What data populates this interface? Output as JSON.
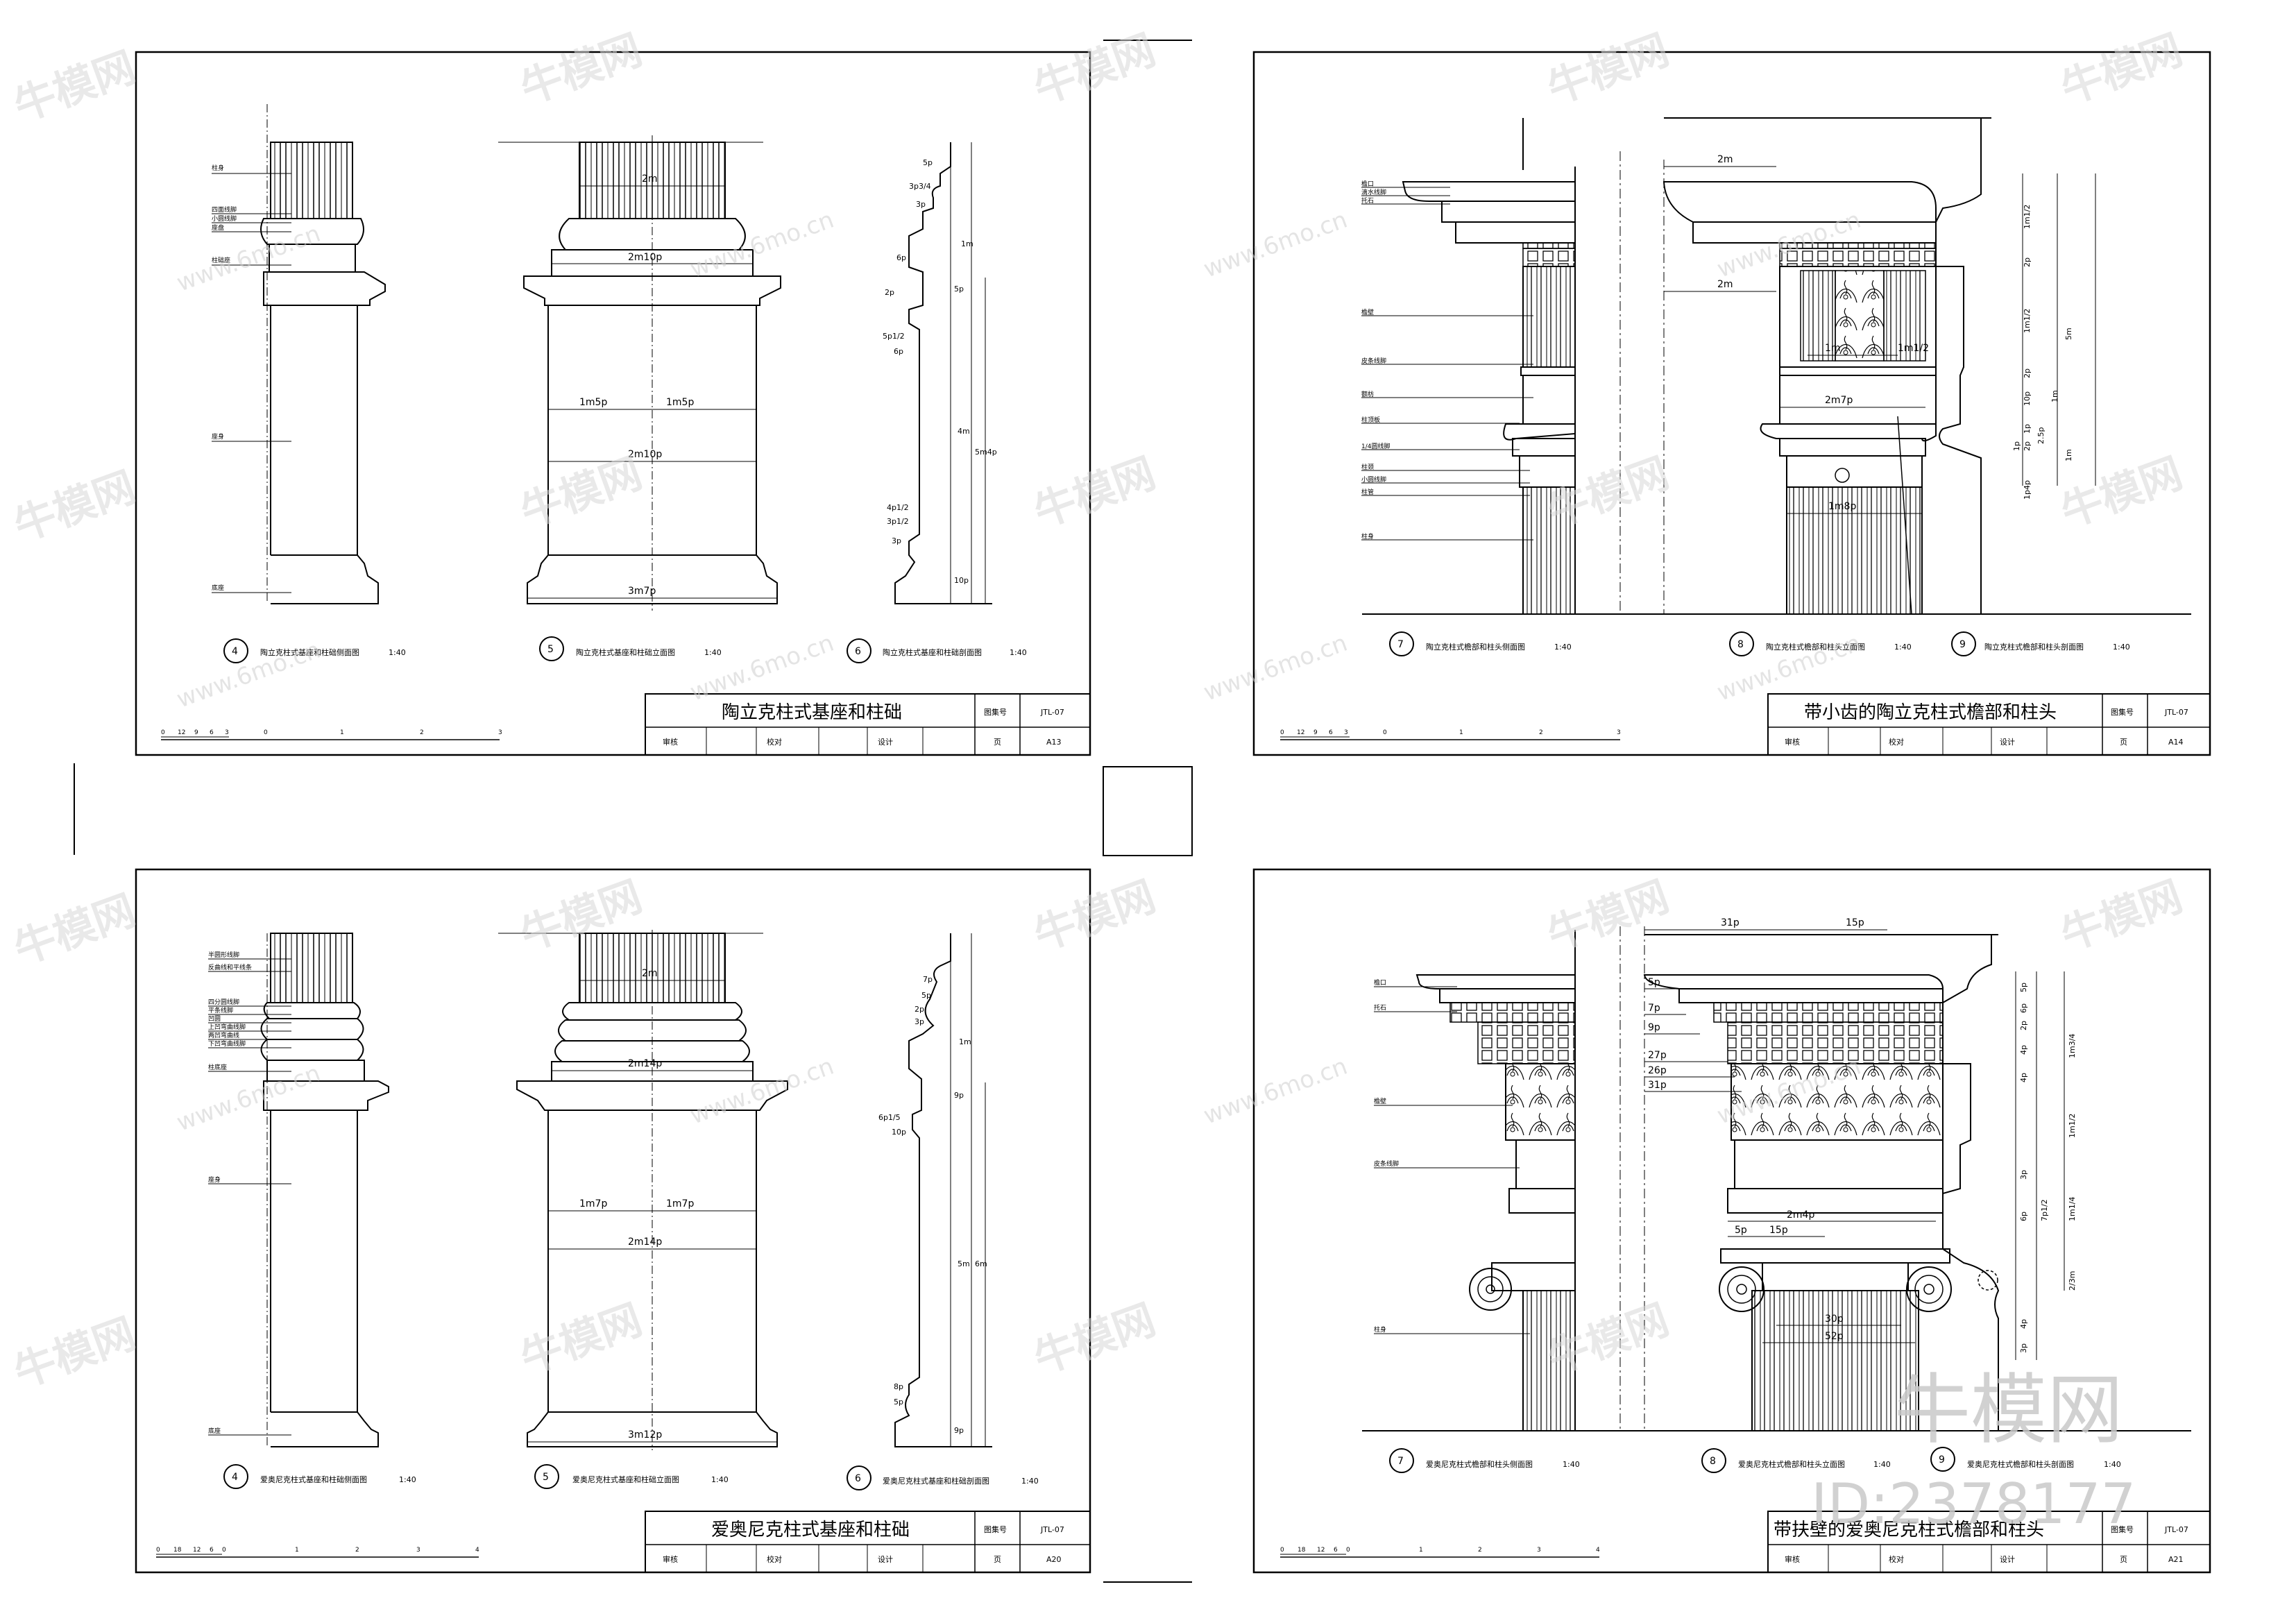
{
  "watermarks": {
    "brand": "牛模网",
    "site": "www.6mo.cn",
    "id": "ID:2378177"
  },
  "sheets": [
    {
      "title": "陶立克柱式基座和柱础",
      "drawing_no_label": "图集号",
      "drawing_no": "JTL-07",
      "page_label": "页",
      "page": "A13",
      "review": "审核",
      "check": "校对",
      "design": "设计",
      "views": [
        {
          "num": "4",
          "caption": "陶立克柱式基座和柱础侧面图",
          "scale": "1:40"
        },
        {
          "num": "5",
          "caption": "陶立克柱式基座和柱础立面图",
          "scale": "1:40"
        },
        {
          "num": "6",
          "caption": "陶立克柱式基座和柱础剖面图",
          "scale": "1:40"
        }
      ],
      "dims": [
        "2m",
        "2m10p",
        "1m5p",
        "1m5p",
        "2m10p",
        "3m7p"
      ],
      "profile_dims": [
        "5p",
        "3p3/4",
        "3p",
        "1m",
        "6p",
        "2p",
        "5p",
        "5p1/2",
        "6p",
        "4m",
        "5m4p",
        "4p1/2",
        "3p1/2",
        "3p",
        "10p"
      ],
      "labels": [
        "柱身",
        "四面线脚",
        "小圆线脚",
        "座盘",
        "柱础座",
        "座身",
        "底座"
      ],
      "scale_ticks": [
        "0",
        "12",
        "9",
        "6",
        "3",
        "0",
        "1",
        "2",
        "3"
      ]
    },
    {
      "title": "带小齿的陶立克柱式檐部和柱头",
      "drawing_no_label": "图集号",
      "drawing_no": "JTL-07",
      "page_label": "页",
      "page": "A14",
      "review": "审核",
      "check": "校对",
      "design": "设计",
      "views": [
        {
          "num": "7",
          "caption": "陶立克柱式檐部和柱头侧面图",
          "scale": "1:40"
        },
        {
          "num": "8",
          "caption": "陶立克柱式檐部和柱头立面图",
          "scale": "1:40"
        },
        {
          "num": "9",
          "caption": "陶立克柱式檐部和柱头剖面图",
          "scale": "1:40"
        }
      ],
      "dims": [
        "2m",
        "2m",
        "1m",
        "1m1/2",
        "2m7p",
        "1m8p"
      ],
      "profile_dims": [
        "1m1/2",
        "2p",
        "1m1/2",
        "5m",
        "2p",
        "1m",
        "10p",
        "1p",
        "2p",
        "1p",
        "2.5p",
        "1m",
        "1p4p"
      ],
      "labels": [
        "檐口",
        "滴水线脚",
        "托石",
        "檐壁",
        "皮条线脚",
        "额枋",
        "柱顶板",
        "1/4圆线脚",
        "柱颈",
        "小圆线脚",
        "柱管",
        "柱身"
      ],
      "scale_ticks": [
        "0",
        "12",
        "9",
        "6",
        "3",
        "0",
        "1",
        "2",
        "3"
      ]
    },
    {
      "title": "爱奥尼克柱式基座和柱础",
      "drawing_no_label": "图集号",
      "drawing_no": "JTL-07",
      "page_label": "页",
      "page": "A20",
      "review": "审核",
      "check": "校对",
      "design": "设计",
      "views": [
        {
          "num": "4",
          "caption": "爱奥尼克柱式基座和柱础侧面图",
          "scale": "1:40"
        },
        {
          "num": "5",
          "caption": "爱奥尼克柱式基座和柱础立面图",
          "scale": "1:40"
        },
        {
          "num": "6",
          "caption": "爱奥尼克柱式基座和柱础剖面图",
          "scale": "1:40"
        }
      ],
      "dims": [
        "2m",
        "2m14p",
        "1m7p",
        "1m7p",
        "2m14p",
        "3m12p"
      ],
      "profile_dims": [
        "7p",
        "5p",
        "2p",
        "3p",
        "1m",
        "9p",
        "6p1/5",
        "10p",
        "5m",
        "6m",
        "8p",
        "5p",
        "9p"
      ],
      "labels": [
        "半圆形线脚",
        "反曲线和平线条",
        "四分圆线脚",
        "平条线脚",
        "凹圆",
        "上凹弯曲线脚",
        "两凹弯曲线",
        "下凹弯曲线脚",
        "柱底座",
        "座身",
        "底座"
      ],
      "scale_ticks": [
        "0",
        "18",
        "12",
        "6",
        "0",
        "1",
        "2",
        "3",
        "4"
      ]
    },
    {
      "title": "带扶壁的爱奥尼克柱式檐部和柱头",
      "drawing_no_label": "图集号",
      "drawing_no": "JTL-07",
      "page_label": "页",
      "page": "A21",
      "review": "审核",
      "check": "校对",
      "design": "设计",
      "views": [
        {
          "num": "7",
          "caption": "爱奥尼克柱式檐部和柱头侧面图",
          "scale": "1:40"
        },
        {
          "num": "8",
          "caption": "爱奥尼克柱式檐部和柱头立面图",
          "scale": "1:40"
        },
        {
          "num": "9",
          "caption": "爱奥尼克柱式檐部和柱头剖面图",
          "scale": "1:40"
        }
      ],
      "dims": [
        "31p",
        "15p",
        "5p",
        "7p",
        "9p",
        "27p",
        "26p",
        "31p",
        "2m4p",
        "5p",
        "15p",
        "30p",
        "52p"
      ],
      "profile_dims": [
        "5p",
        "6p",
        "2p",
        "4p",
        "1m3/4",
        "4p",
        "1m1/2",
        "3p",
        "7p1/2",
        "6p",
        "1m1/4",
        "2/3m",
        "4p",
        "3p"
      ],
      "labels": [
        "檐口",
        "托石",
        "檐壁",
        "皮条线脚",
        "柱身"
      ],
      "scale_ticks": [
        "0",
        "18",
        "12",
        "6",
        "0",
        "1",
        "2",
        "3",
        "4"
      ]
    }
  ]
}
